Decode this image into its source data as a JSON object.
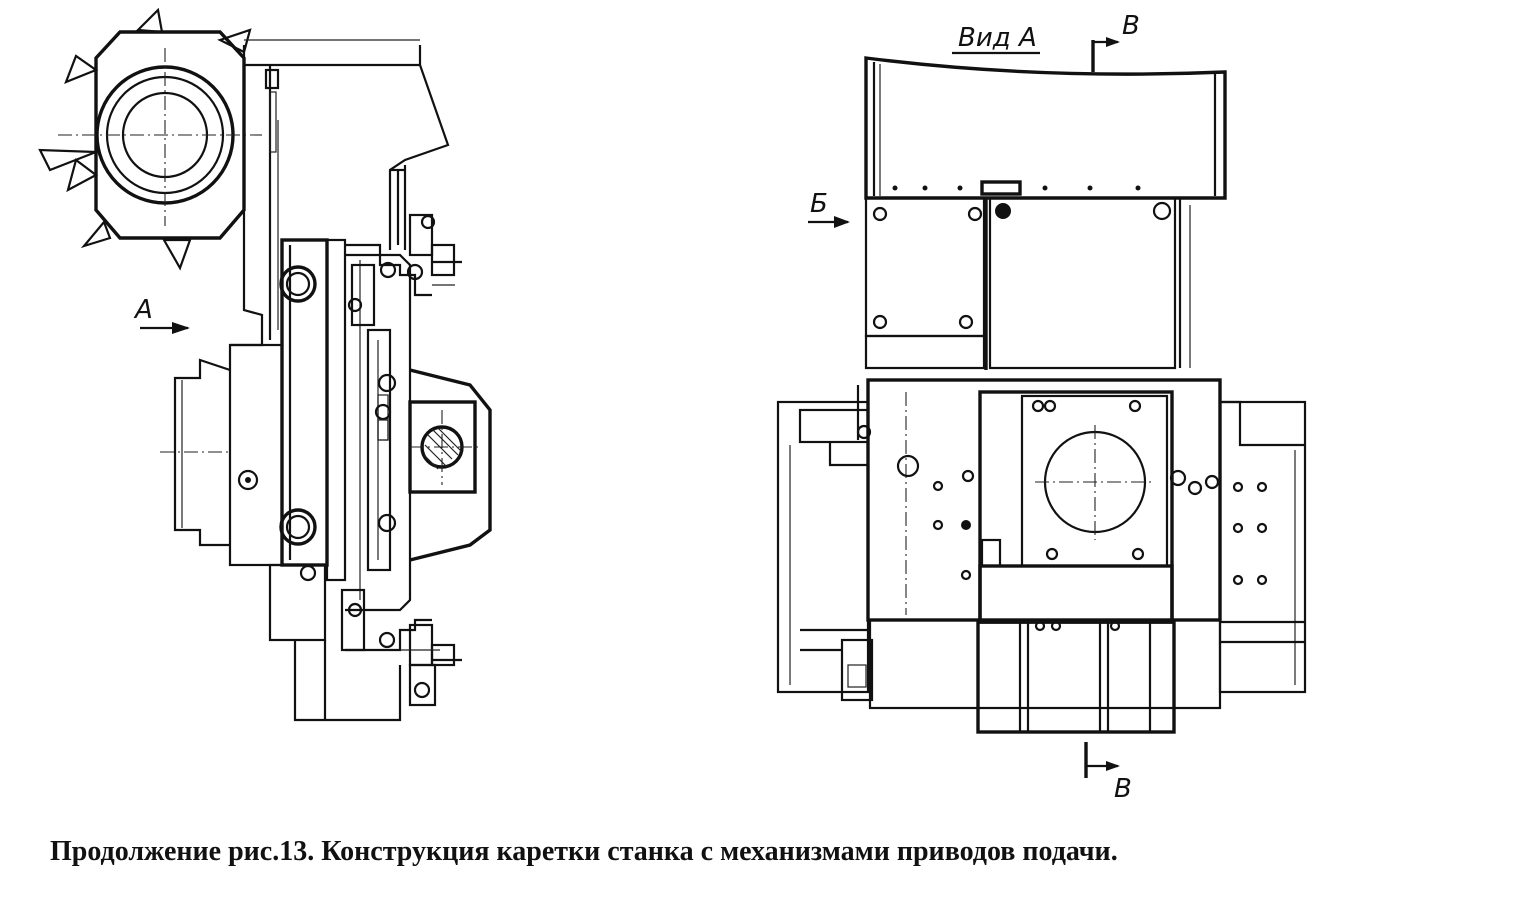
{
  "labels": {
    "view_a_title": "Вид А",
    "arrow_a": "А",
    "arrow_b": "Б",
    "section_top": "В",
    "section_bottom": "В"
  },
  "caption": "Продолжение рис.13. Конструкция каретки станка с механизмами приводов подачи."
}
